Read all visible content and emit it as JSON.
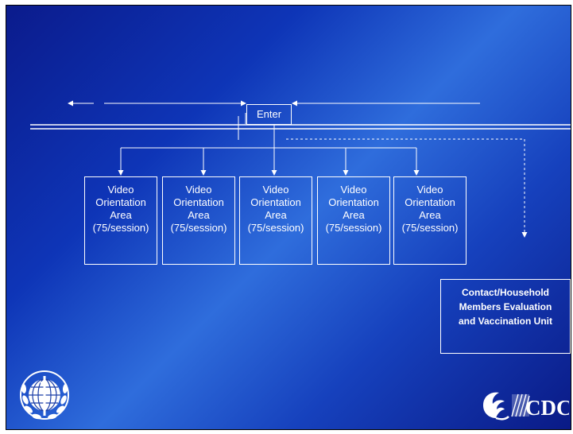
{
  "diagram": {
    "enter_label": "Enter",
    "areas": [
      {
        "lines": [
          "Video",
          "Orientation",
          "Area",
          "(75/session)"
        ]
      },
      {
        "lines": [
          "Video",
          "Orientation",
          "Area",
          "(75/session)"
        ]
      },
      {
        "lines": [
          "Video",
          "Orientation",
          "Area",
          "(75/session)"
        ]
      },
      {
        "lines": [
          "Video",
          "Orientation",
          "Area",
          "(75/session)"
        ]
      },
      {
        "lines": [
          "Video",
          "Orientation",
          "Area",
          "(75/session)"
        ]
      }
    ],
    "unit_lines": [
      "Contact/Household",
      "Members Evaluation",
      "and Vaccination Unit"
    ]
  },
  "logos": {
    "left": "who-emblem-icon",
    "right_text": "CDC",
    "right_icon": "hhs-eagle-icon"
  },
  "colors": {
    "background_dark": "#0b1b8c",
    "background_light": "#2f6ddc",
    "line": "#ffffff"
  }
}
